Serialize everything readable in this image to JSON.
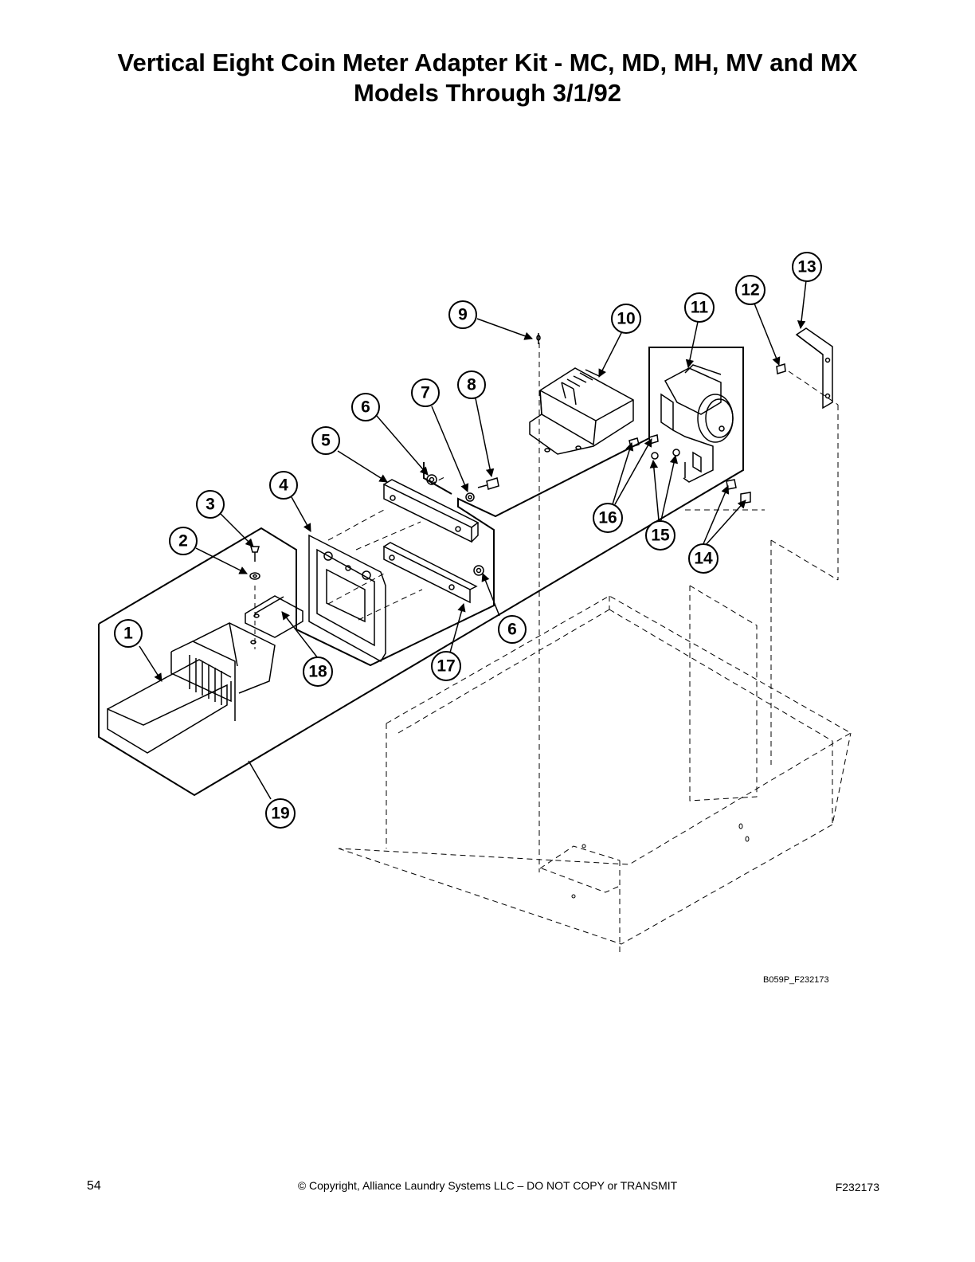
{
  "title": {
    "line1": "Vertical Eight Coin Meter Adapter Kit - MC, MD, MH, MV and MX",
    "line2": "Models Through 3/1/92"
  },
  "diagram": {
    "figure_code": "B059P_F232173",
    "callouts": [
      "1",
      "2",
      "3",
      "4",
      "5",
      "6",
      "6",
      "7",
      "8",
      "9",
      "10",
      "11",
      "12",
      "13",
      "14",
      "15",
      "16",
      "17",
      "18",
      "19"
    ]
  },
  "footer": {
    "page_number": "54",
    "copyright": "© Copyright, Alliance Laundry Systems LLC – DO NOT COPY or TRANSMIT",
    "doc_code": "F232173"
  }
}
